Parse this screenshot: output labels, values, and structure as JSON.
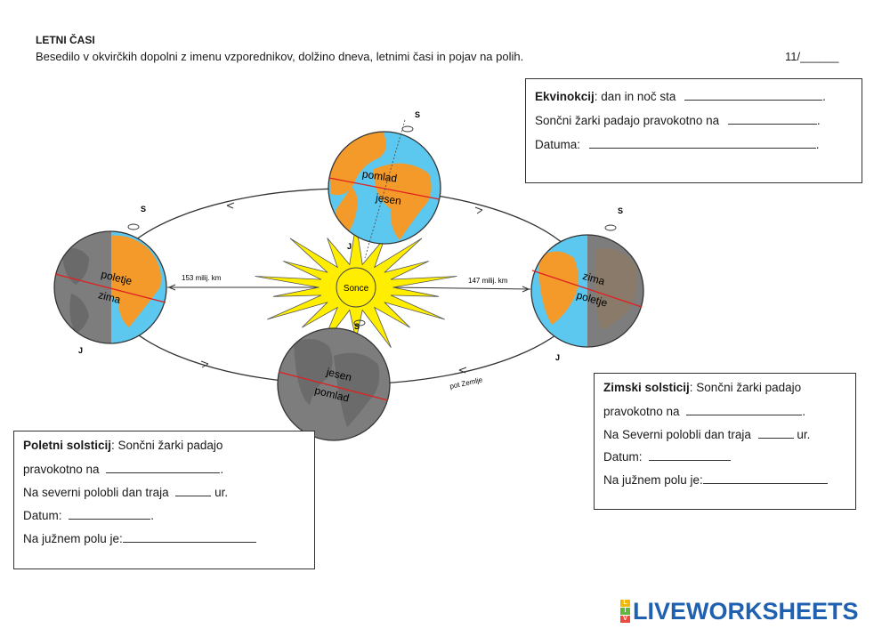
{
  "header": {
    "title": "LETNI ČASI",
    "instruction": "Besedilo v okvirčkih dopolni z imenu vzporednikov, dolžino dneva, letnimi časi in pojav na polih.",
    "score": "11/______"
  },
  "diagram": {
    "sun_label": "Sonce",
    "distance_far": "153 milij. km",
    "distance_near": "147 milij. km",
    "orbit_label": "pot Zemlje",
    "north": "S",
    "south": "J",
    "earth_top": {
      "top": "pomlad",
      "bottom": "jesen"
    },
    "earth_left": {
      "top": "poletje",
      "bottom": "zima"
    },
    "earth_right": {
      "top": "zima",
      "bottom": "poletje"
    },
    "earth_bottom": {
      "top": "jesen",
      "bottom": "pomlad"
    }
  },
  "equinox_box": {
    "heading": "Ekvinokcij",
    "line1_rest": ": dan in noč sta",
    "line2": "Sončni žarki padajo pravokotno na",
    "line3": "Datuma:",
    "period": "."
  },
  "winter_box": {
    "heading": "Zimski solsticij",
    "line1_rest": ": Sončni žarki padajo",
    "line2": "pravokotno na",
    "line3": "Na Severni polobli dan traja",
    "line3_end": "ur.",
    "line4": "Datum:",
    "line5": "Na južnem polu je:",
    "period": "."
  },
  "summer_box": {
    "heading": "Poletni solsticij",
    "line1_rest": ": Sončni žarki padajo",
    "line2": "pravokotno na",
    "line3": "Na severni polobli dan traja",
    "line3_end": "ur.",
    "line4": "Datum:",
    "line5": "Na južnem polu je:",
    "period": "."
  },
  "logo": {
    "text": "LIVEWORKSHEETS",
    "letters": [
      "L",
      "I",
      "V"
    ],
    "colors": {
      "brand": "#2060b0",
      "sq1": "#f2b705",
      "sq2": "#5fb83b",
      "sq3": "#e94b3c"
    }
  },
  "colors": {
    "ocean": "#5cc8ef",
    "land": "#f39a2b",
    "night": "#7d7d7d",
    "sun": "#ffee00",
    "equator": "#e02020"
  }
}
